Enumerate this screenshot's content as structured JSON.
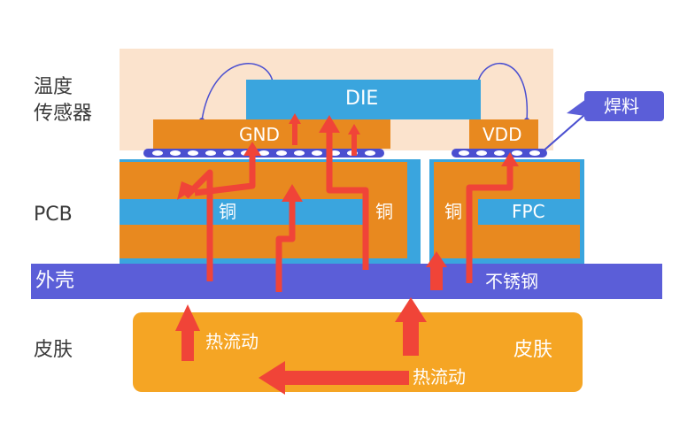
{
  "labels": {
    "sensor_line1": "温度",
    "sensor_line2": "传感器",
    "pcb": "PCB",
    "shell": "外壳",
    "skin_left": "皮肤",
    "die": "DIE",
    "gnd": "GND",
    "vdd": "VDD",
    "solder": "焊料",
    "copper1": "铜",
    "copper2": "铜",
    "copper3": "铜",
    "fpc": "FPC",
    "stainless": "不锈钢",
    "heat_flow1": "热流动",
    "heat_flow2": "热流动",
    "skin_right": "皮肤"
  },
  "colors": {
    "sensor_bg": "#fbe3cd",
    "die": "#3aa5de",
    "orange": "#e8891f",
    "blue": "#3aa5de",
    "shell": "#5b5ed8",
    "skin": "#f5a524",
    "arrow": "#f04438",
    "solder": "#4a4fd0",
    "text_dark": "#3a3a3a"
  }
}
